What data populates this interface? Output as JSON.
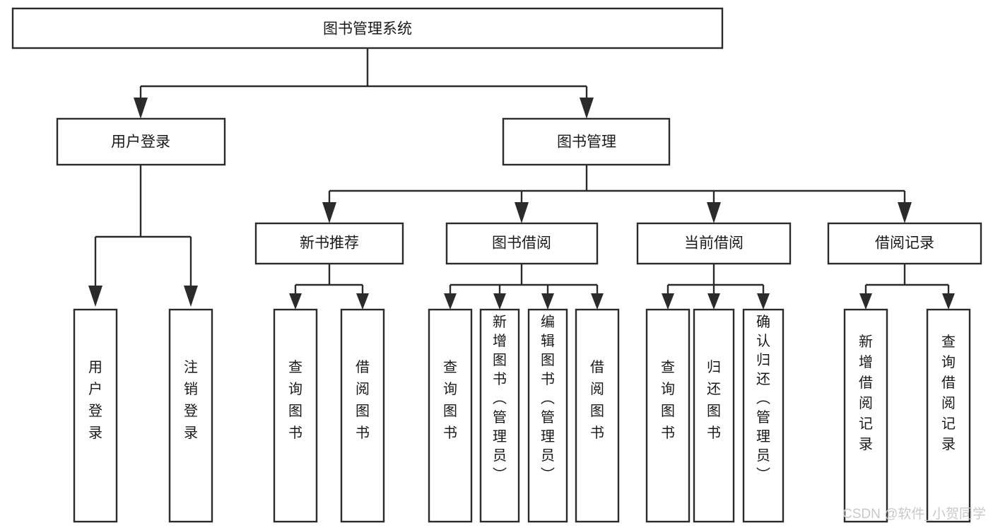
{
  "diagram": {
    "title": "图书管理系统",
    "type": "tree-hierarchy-diagram",
    "colors": {
      "stroke": "#2b2b2b",
      "fill": "#ffffff",
      "text": "#1a1a1a",
      "watermark": "#c9c9c9"
    },
    "root": {
      "label": "图书管理系统"
    },
    "level2": [
      {
        "label": "用户登录"
      },
      {
        "label": "图书管理"
      }
    ],
    "level3": [
      {
        "label": "新书推荐"
      },
      {
        "label": "图书借阅"
      },
      {
        "label": "当前借阅"
      },
      {
        "label": "借阅记录"
      }
    ],
    "leaves": {
      "user_login": [
        {
          "label": "用户登录"
        },
        {
          "label": "注销登录"
        }
      ],
      "new_book_recommend": [
        {
          "label": "查询图书"
        },
        {
          "label": "借阅图书"
        }
      ],
      "book_borrow": [
        {
          "label": "查询图书"
        },
        {
          "label": "新增图书（管理员）"
        },
        {
          "label": "编辑图书（管理员）"
        },
        {
          "label": "借阅图书"
        }
      ],
      "current_borrow": [
        {
          "label": "查询图书"
        },
        {
          "label": "归还图书"
        },
        {
          "label": "确认归还（管理员）"
        }
      ],
      "borrow_record": [
        {
          "label": "新增借阅记录"
        },
        {
          "label": "查询借阅记录"
        }
      ]
    }
  },
  "watermark": {
    "text": "CSDN @软件_小贺同学"
  }
}
